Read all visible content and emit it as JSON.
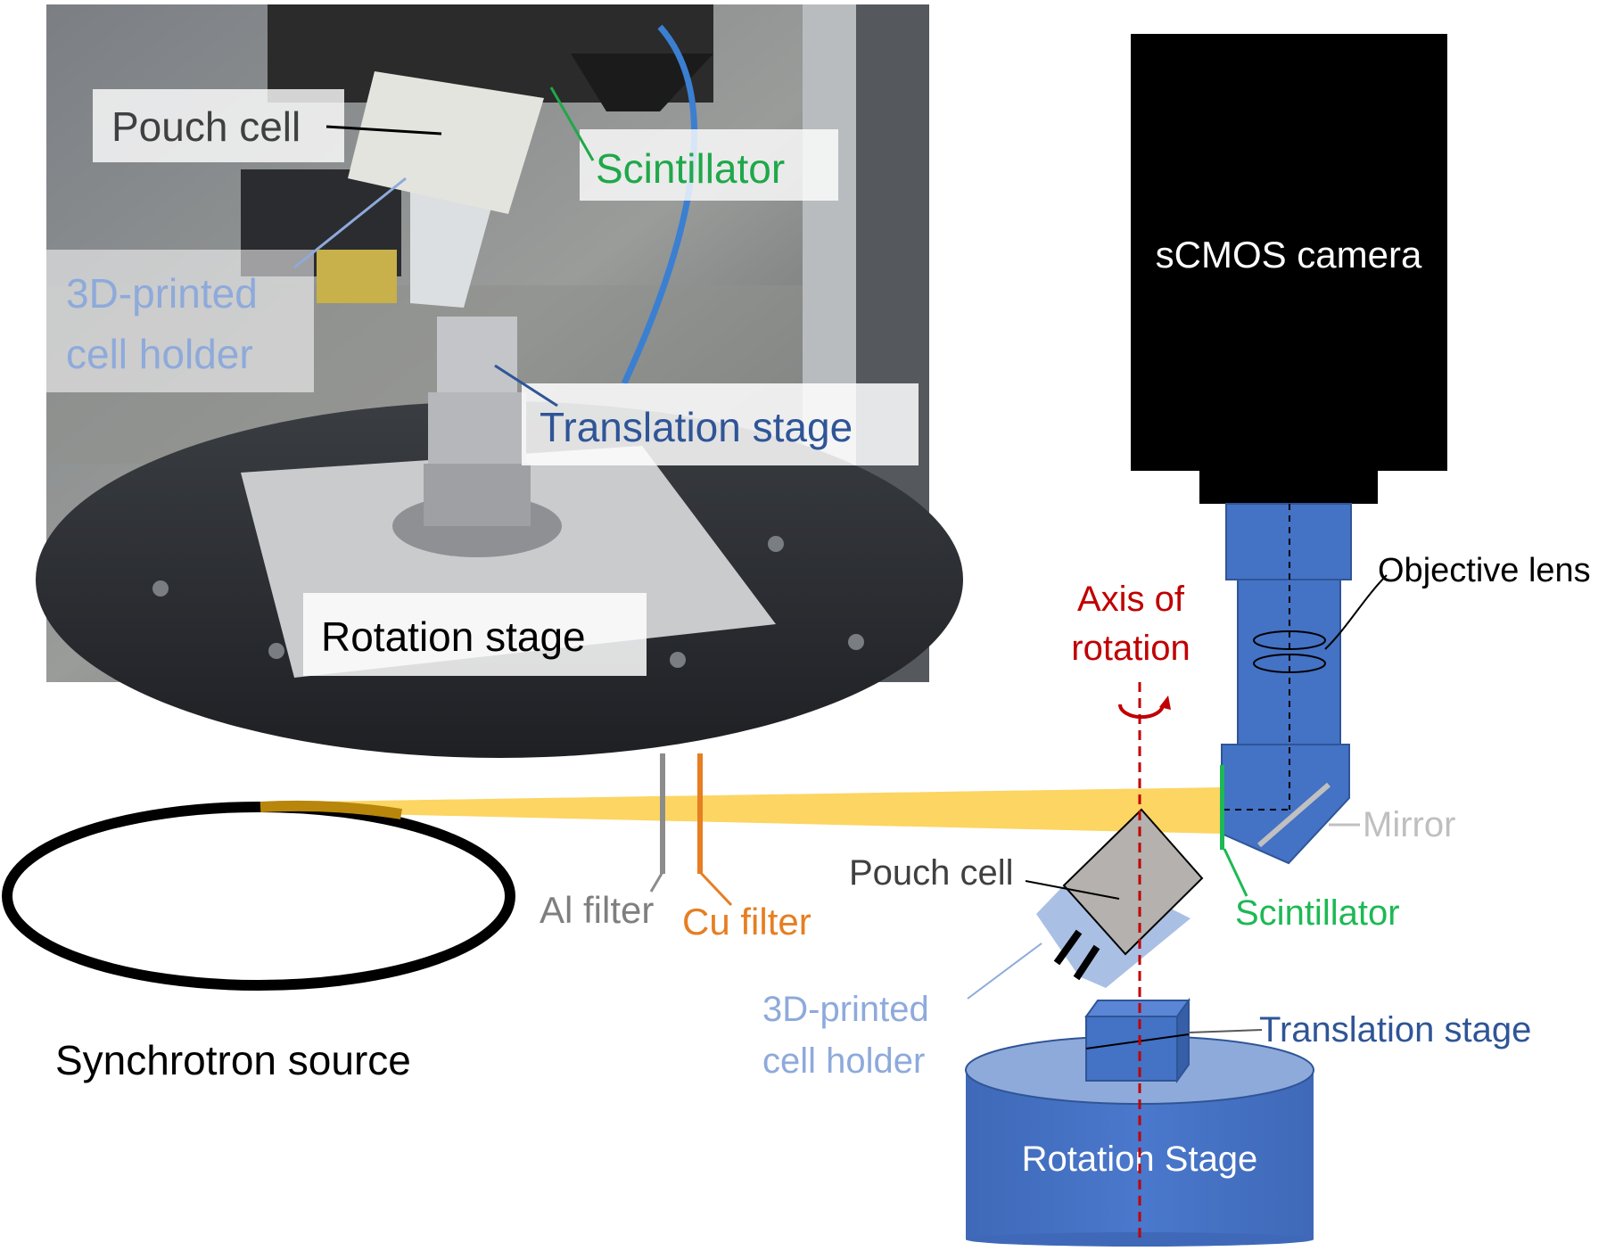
{
  "photo_labels": {
    "pouch_cell": "Pouch cell",
    "scintillator": "Scintillator",
    "holder_line1": "3D-printed",
    "holder_line2": "cell holder",
    "translation_stage": "Translation stage",
    "rotation_stage": "Rotation stage"
  },
  "diagram_labels": {
    "camera": "sCMOS camera",
    "objective_lens": "Objective lens",
    "axis_line1": "Axis of",
    "axis_line2": "rotation",
    "mirror": "Mirror",
    "scintillator": "Scintillator",
    "pouch_cell": "Pouch cell",
    "holder_line1": "3D-printed",
    "holder_line2": "cell holder",
    "translation_stage": "Translation stage",
    "rotation_stage": "Rotation Stage",
    "al_filter": "Al filter",
    "cu_filter": "Cu filter",
    "source": "Synchrotron source"
  },
  "colors": {
    "beam": "#fcd562",
    "stage_blue": "#4472c4",
    "holder_blue": "#8eaadb",
    "scintillator_green": "#1db954",
    "axis_red": "#c00000",
    "al_gray": "#8c8c8c",
    "cu_orange": "#e67e22",
    "translation_text": "#2f5597",
    "mirror_gray": "#c0c0c0"
  }
}
